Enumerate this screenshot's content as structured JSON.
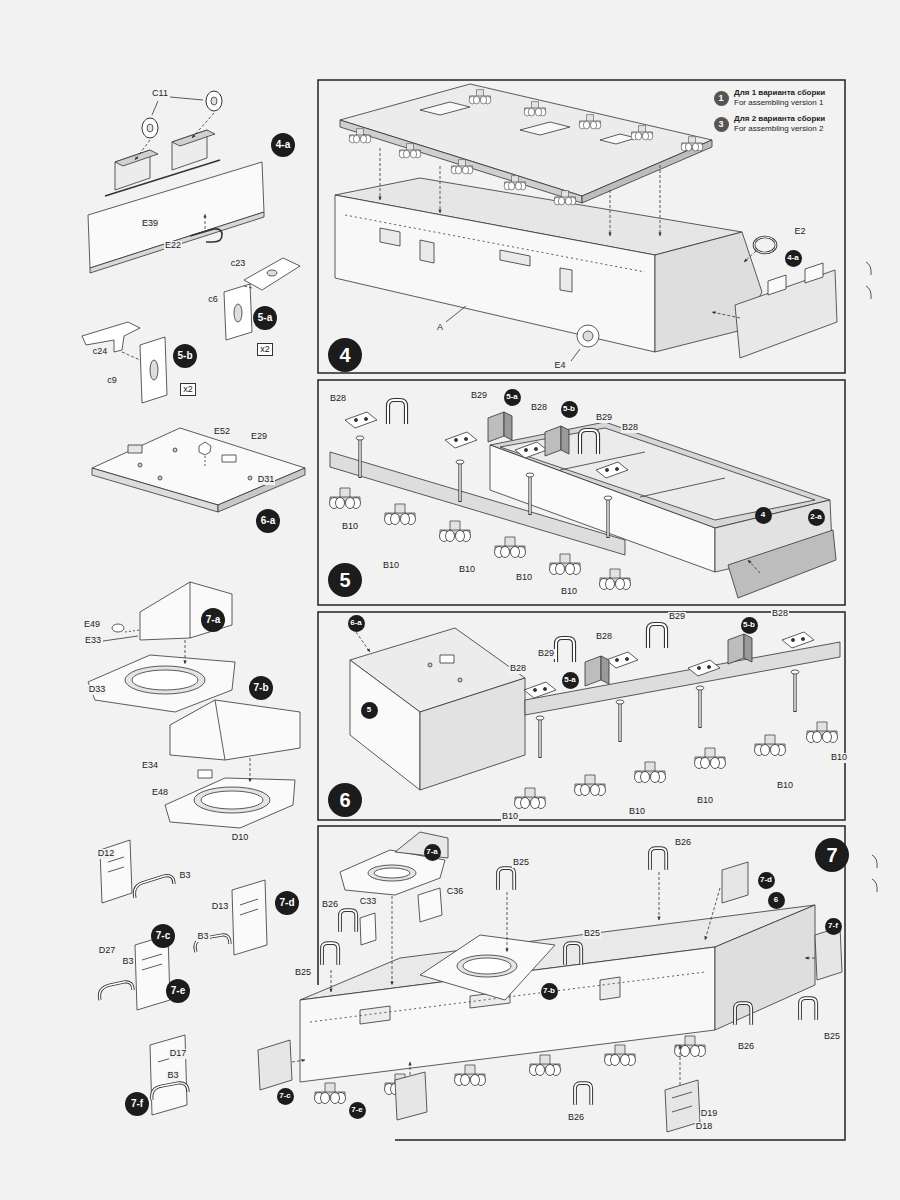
{
  "diagram": {
    "nodes": [
      {
        "text": [
          "4-a"
        ]
      },
      {
        "text": [
          "5-a"
        ]
      },
      {
        "text": [
          "x2"
        ]
      },
      {
        "text": [
          "5-b"
        ]
      },
      {
        "text": [
          "x2"
        ]
      },
      {
        "text": [
          "6-a"
        ]
      },
      {
        "text": [
          "7-a"
        ]
      },
      {
        "text": [
          "7-b"
        ]
      },
      {
        "text": [
          "7-c"
        ]
      },
      {
        "text": [
          "7-d"
        ]
      },
      {
        "text": [
          "7-e"
        ]
      },
      {
        "text": [
          "7-f"
        ]
      },
      {
        "text": [
          "1"
        ]
      },
      {
        "text": [
          "3"
        ]
      },
      {
        "text": [
          "4-a"
        ]
      },
      {
        "text": [
          "4"
        ]
      },
      {
        "text": [
          "5-a"
        ]
      },
      {
        "text": [
          "5-b"
        ]
      },
      {
        "text": [
          "4"
        ]
      },
      {
        "text": [
          "2-a"
        ]
      },
      {
        "text": [
          "5"
        ]
      },
      {
        "text": [
          "6-a"
        ]
      },
      {
        "text": [
          "5"
        ]
      },
      {
        "text": [
          "5-a"
        ]
      },
      {
        "text": [
          "5-b"
        ]
      },
      {
        "text": [
          "6"
        ]
      },
      {
        "text": [
          "7"
        ]
      },
      {
        "text": [
          "7-a"
        ]
      },
      {
        "text": [
          "6"
        ]
      },
      {
        "text": [
          "7-d"
        ]
      },
      {
        "text": [
          "7-f"
        ]
      },
      {
        "text": [
          "7-b"
        ]
      },
      {
        "text": [
          "7-c"
        ]
      },
      {
        "text": [
          "7-e"
        ]
      }
    ],
    "labels": [
      "C11",
      "E39",
      "E22",
      "c23",
      "c6",
      "c24",
      "c9",
      "E52",
      "E29",
      "D31",
      "E49",
      "E33",
      "D33",
      "E34",
      "E48",
      "D10",
      "D12",
      "B3",
      "D13",
      "B3",
      "D27",
      "B3",
      "D17",
      "B3",
      "Для 1 варианта сборки",
      "For assembling version 1",
      "Для 2 варианта сборки",
      "For assembling version 2",
      "E2",
      "A",
      "E4",
      "B28",
      "B29",
      "B28",
      "B29",
      "B28",
      "B10",
      "B10",
      "B10",
      "B10",
      "B10",
      "B29",
      "B28",
      "B28",
      "B29",
      "B28",
      "B10",
      "B10",
      "B10",
      "B10",
      "B10",
      "B26",
      "B25",
      "C36",
      "C33",
      "B26",
      "B25",
      "B25",
      "B25",
      "B26",
      "B26",
      "D19",
      "D18"
    ]
  }
}
